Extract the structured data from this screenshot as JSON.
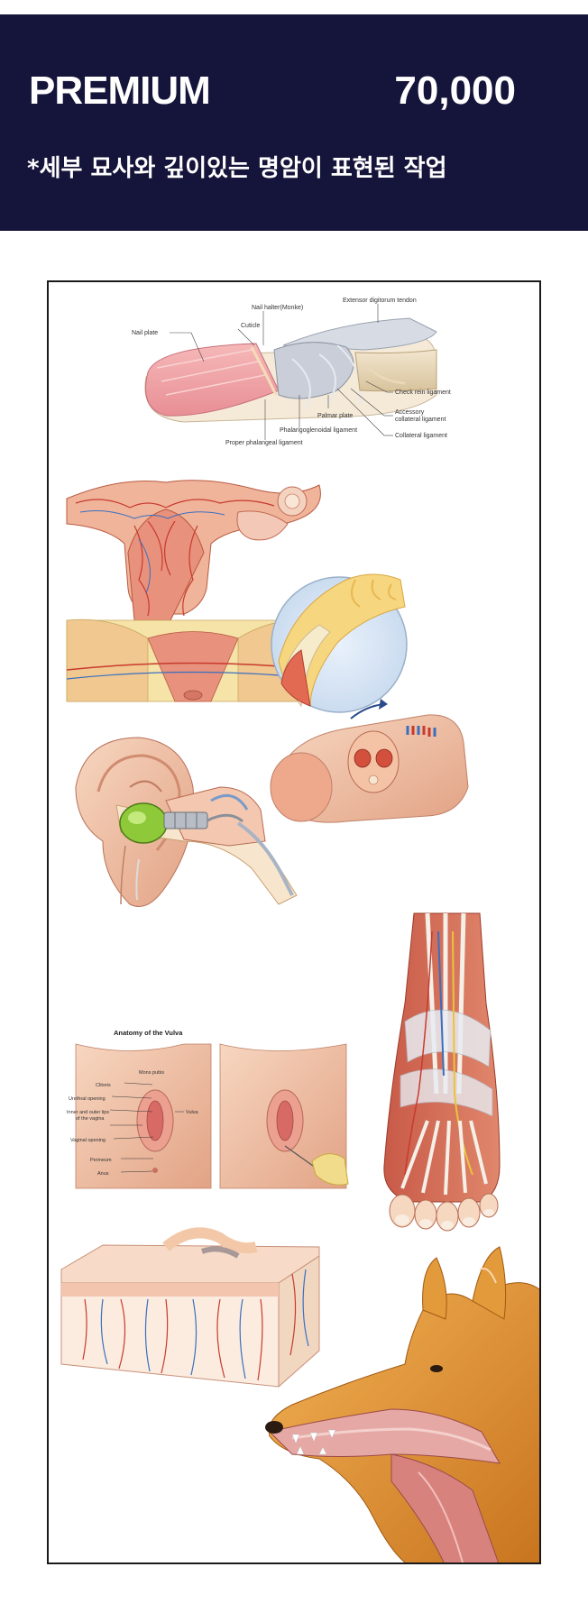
{
  "banner": {
    "tier": "PREMIUM",
    "price": "70,000",
    "subtitle": "*세부 묘사와 깊이있는 명암이 표현된 작업"
  },
  "finger_labels": {
    "nail_plate": "Nail plate",
    "cuticle": "Cuticle",
    "nail_halter": "Nail halter(Monke)",
    "extensor": "Extensor digitorum tendon",
    "check_rein": "Check rein ligament",
    "accessory": "Accessory",
    "accessory2": "collateral ligament",
    "collateral": "Collateral ligament",
    "palmar": "Palmar plate",
    "phalango": "Phalangoglenoidal ligament",
    "proper": "Proper phalangeal ligament"
  },
  "vulva_labels": {
    "title": "Anatomy of the Vulva",
    "mons": "Mons pubis",
    "clitoris": "Clitoris",
    "urethral": "Urethral opening",
    "lips": "Inner and outer lips",
    "lips2": "of the vagina",
    "vaginal": "Vaginal opening",
    "perineum": "Perineum",
    "anus": "Anus",
    "vulva": "Vulva"
  },
  "colors": {
    "banner_bg": "#15143a",
    "skin": "#f2c4a8",
    "vessel_red": "#c83a2e",
    "vessel_blue": "#3a6fc0"
  }
}
